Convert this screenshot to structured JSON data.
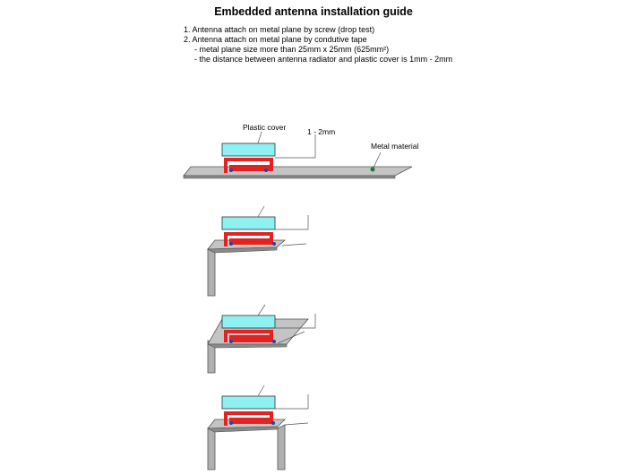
{
  "title": "Embedded antenna installation guide",
  "notes": [
    "1. Antenna attach on metal plane by screw (drop test)",
    "2. Antenna attach on metal plane by condutive tape",
    "- metal plane size more than 25mm x 25mm (625mm²)",
    "- the distance between antenna radiator and plastic cover is 1mm - 2mm"
  ],
  "labels": {
    "plastic_cover": "Plastic cover",
    "gap": "1 - 2mm",
    "metal_material": "Metal material"
  },
  "colors": {
    "plastic_cover": "#8ef0f0",
    "antenna": "#e52222",
    "metal": "#a0a0a0",
    "screw": "#2244aa",
    "screw_green": "#1a7a3a"
  }
}
